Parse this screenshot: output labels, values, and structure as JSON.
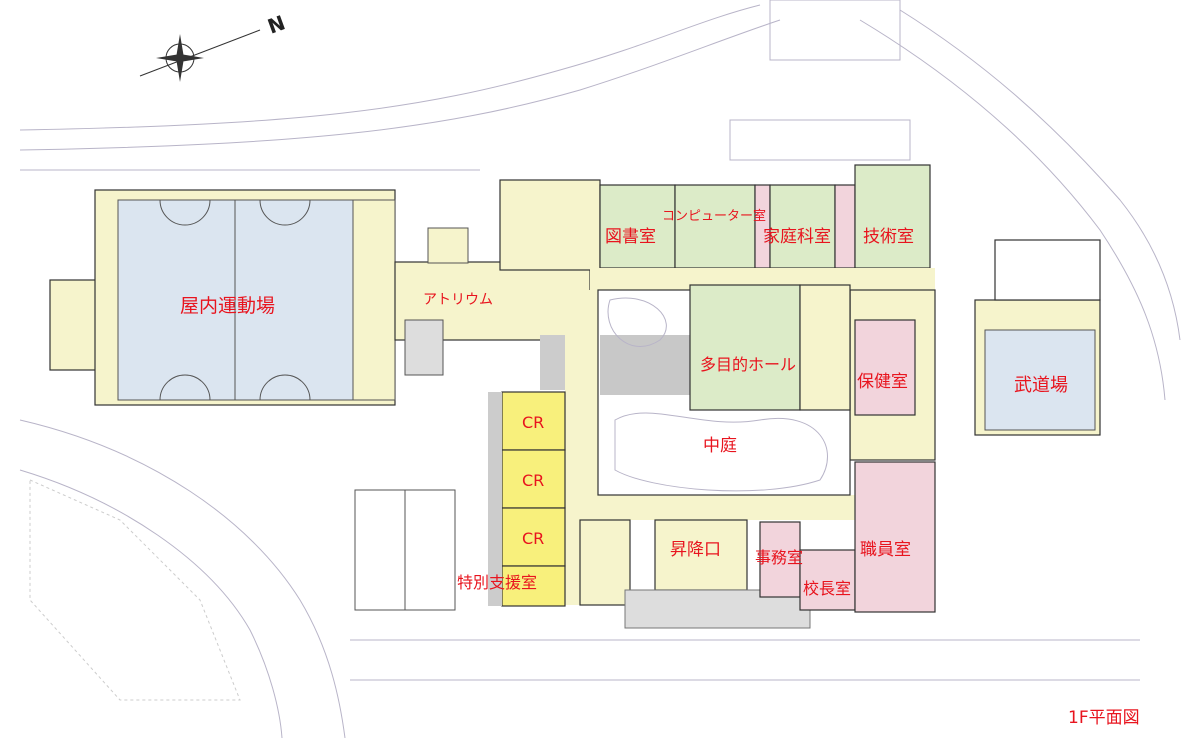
{
  "title": "1F平面図",
  "north_label": "N",
  "colors": {
    "label": "#e8141e",
    "gym": "#dbe5f0",
    "corridor": "#f6f4cc",
    "green_room": "#dcebc8",
    "pink_room": "#f2d4dc",
    "classroom": "#f8f07c"
  },
  "rooms": {
    "gym": "屋内運動場",
    "atrium": "アトリウム",
    "library": "図書室",
    "computer": "コンピューター室",
    "home_ec": "家庭科室",
    "technical": "技術室",
    "multipurpose": "多目的ホール",
    "health": "保健室",
    "budo": "武道場",
    "courtyard": "中庭",
    "cr1": "CR",
    "cr2": "CR",
    "cr3": "CR",
    "special_support": "特別支援室",
    "entrance": "昇降口",
    "office": "事務室",
    "principal": "校長室",
    "staff": "職員室"
  }
}
